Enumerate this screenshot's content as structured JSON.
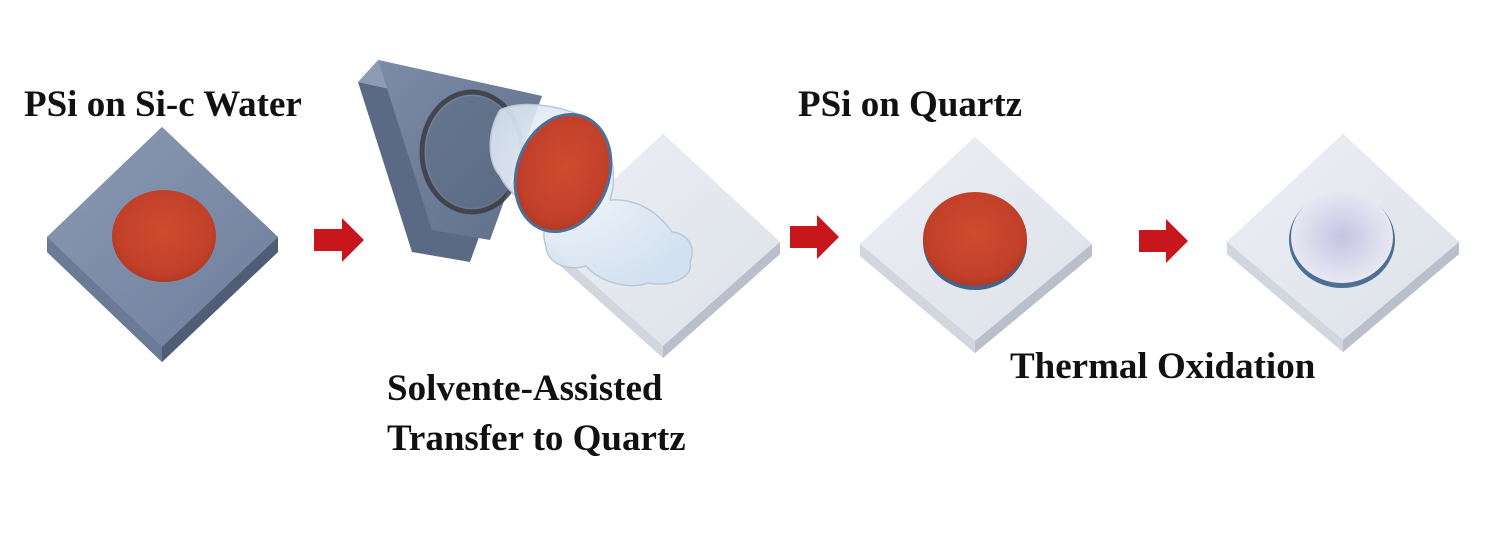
{
  "steps": [
    {
      "id": "wafer",
      "label": "PSi on Si-c Water"
    },
    {
      "id": "transfer",
      "label_lines": [
        "Solvente-Assisted",
        "Transfer to Quartz"
      ]
    },
    {
      "id": "quartz",
      "label": "PSi on Quartz"
    },
    {
      "id": "oxidation",
      "label": "Thermal Oxidation"
    }
  ],
  "colors": {
    "silicon_top": "#7e8faa",
    "silicon_side": "#5d6c86",
    "quartz_top": "#e3e7ee",
    "quartz_side": "#c3c9d4",
    "psi_film": "#c9452b",
    "arrow": "#c8161d",
    "oxidized_film": "#c7c3e3"
  },
  "icons": [
    "silicon-wafer-icon",
    "quartz-substrate-icon",
    "psi-film-icon",
    "arrow-right-icon",
    "solvent-blob-icon"
  ]
}
